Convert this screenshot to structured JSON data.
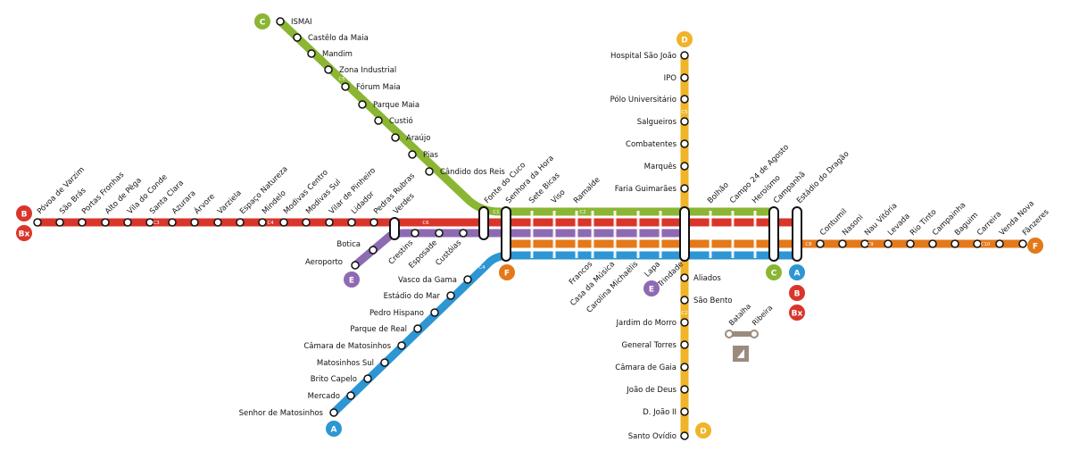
{
  "colors": {
    "line_a": "#2d96d3",
    "line_b": "#d9352b",
    "line_c": "#8ab633",
    "line_d": "#f0b429",
    "line_e": "#8e6ab3",
    "line_f": "#e3791a",
    "funicular": "#9a8c7d"
  },
  "lines": {
    "A": {
      "code": "A",
      "color": "#2d96d3"
    },
    "B": {
      "code": "B",
      "color": "#d9352b"
    },
    "Bx": {
      "code": "Bx",
      "color": "#d9352b"
    },
    "C": {
      "code": "C",
      "color": "#8ab633"
    },
    "D": {
      "code": "D",
      "color": "#f0b429"
    },
    "E": {
      "code": "E",
      "color": "#8e6ab3"
    },
    "F": {
      "code": "F",
      "color": "#e3791a"
    }
  },
  "stations": {
    "ismai": "ISMAI",
    "castelo_da_maia": "Castêlo da Maia",
    "mandim": "Mandim",
    "zona_industrial": "Zona Industrial",
    "forum_maia": "Fórum Maia",
    "parque_maia": "Parque Maia",
    "custio": "Custió",
    "araujo": "Araújo",
    "pias": "Pias",
    "candido_dos_reis": "Cândido dos Reis",
    "povoa_de_varzim": "Póvoa de Varzim",
    "sao_bras": "São Brás",
    "portas_fronhas": "Portas Fronhas",
    "alto_de_pega": "Alto de Pêga",
    "vila_do_conde": "Vila do Conde",
    "santa_clara": "Santa Clara",
    "azurara": "Azurara",
    "arvore": "Árvore",
    "varzea": "Varziela",
    "espaco_natureza": "Espaço Natureza",
    "mindelo": "Mindelo",
    "modivas_centro": "Modivas Centro",
    "modivas_sul": "Modivas Sul",
    "vilar_do_pinheiro": "Vilar de Pinheiro",
    "lidador": "Lidador",
    "pedras_rubras": "Pedras Rubras",
    "verdes": "Verdes",
    "botica": "Botica",
    "aeroporto": "Aeroporto",
    "crestins": "Crestins",
    "esposade": "Esposade",
    "custoias": "Custóias",
    "fonte_do_cuco": "Fonte do Cuco",
    "senhora_da_hora": "Senhora da Hora",
    "sete_bicas": "Sete Bicas",
    "viso": "Viso",
    "ramalde": "Ramalde",
    "francos": "Francos",
    "casa_da_musica": "Casa da Música",
    "carolina_michaelis": "Carolina Michaëlis",
    "lapa": "Lapa",
    "trindade": "Trindade",
    "bolhao": "Bolhão",
    "campo_24": "Campo 24 de Agosto",
    "heroismo": "Heroísmo",
    "campanha": "Campanhã",
    "estadio_do_dragao": "Estádio do Dragão",
    "contumil": "Contumil",
    "nasoni": "Nasoni",
    "nau_vitoria": "Nau Vitória",
    "levada": "Levada",
    "rio_tinto": "Rio Tinto",
    "campainha": "Campainha",
    "baguim": "Baguim",
    "carreira": "Carreira",
    "venda_nova": "Venda Nova",
    "fanzeres": "Fânzeres",
    "vasco_da_gama": "Vasco da Gama",
    "estadio_do_mar": "Estádio do Mar",
    "pedro_hispano": "Pedro Hispano",
    "parque_de_real": "Parque de Real",
    "camara_de_matosinhos": "Câmara de Matosinhos",
    "matosinhos_sul": "Matosinhos Sul",
    "brito_capelo": "Brito Capelo",
    "mercado": "Mercado",
    "senhor_de_matosinhos": "Senhor de Matosinhos",
    "hospital_sao_joao": "Hospital São João",
    "ipo": "IPO",
    "polo_universitario": "Pólo Universitário",
    "salgueiros": "Salgueiros",
    "combatentes": "Combatentes",
    "marques": "Marquês",
    "faria_guimaraes": "Faria Guimarães",
    "aliados": "Aliados",
    "sao_bento": "São Bento",
    "jardim_do_morro": "Jardim do Morro",
    "general_torres": "General Torres",
    "camara_de_gaia": "Câmara de Gaia",
    "joao_de_deus": "João de Deus",
    "d_joao_ii": "D. João II",
    "santo_ovidio": "Santo Ovídio",
    "batalha": "Batalha",
    "ribeira": "Ribeira"
  },
  "zones": {
    "c5": "C5",
    "c4": "C4",
    "c3": "C3",
    "c2": "C2",
    "c1": "C1",
    "c6": "C6",
    "c8": "C8",
    "c9": "C9",
    "c10": "C10"
  }
}
